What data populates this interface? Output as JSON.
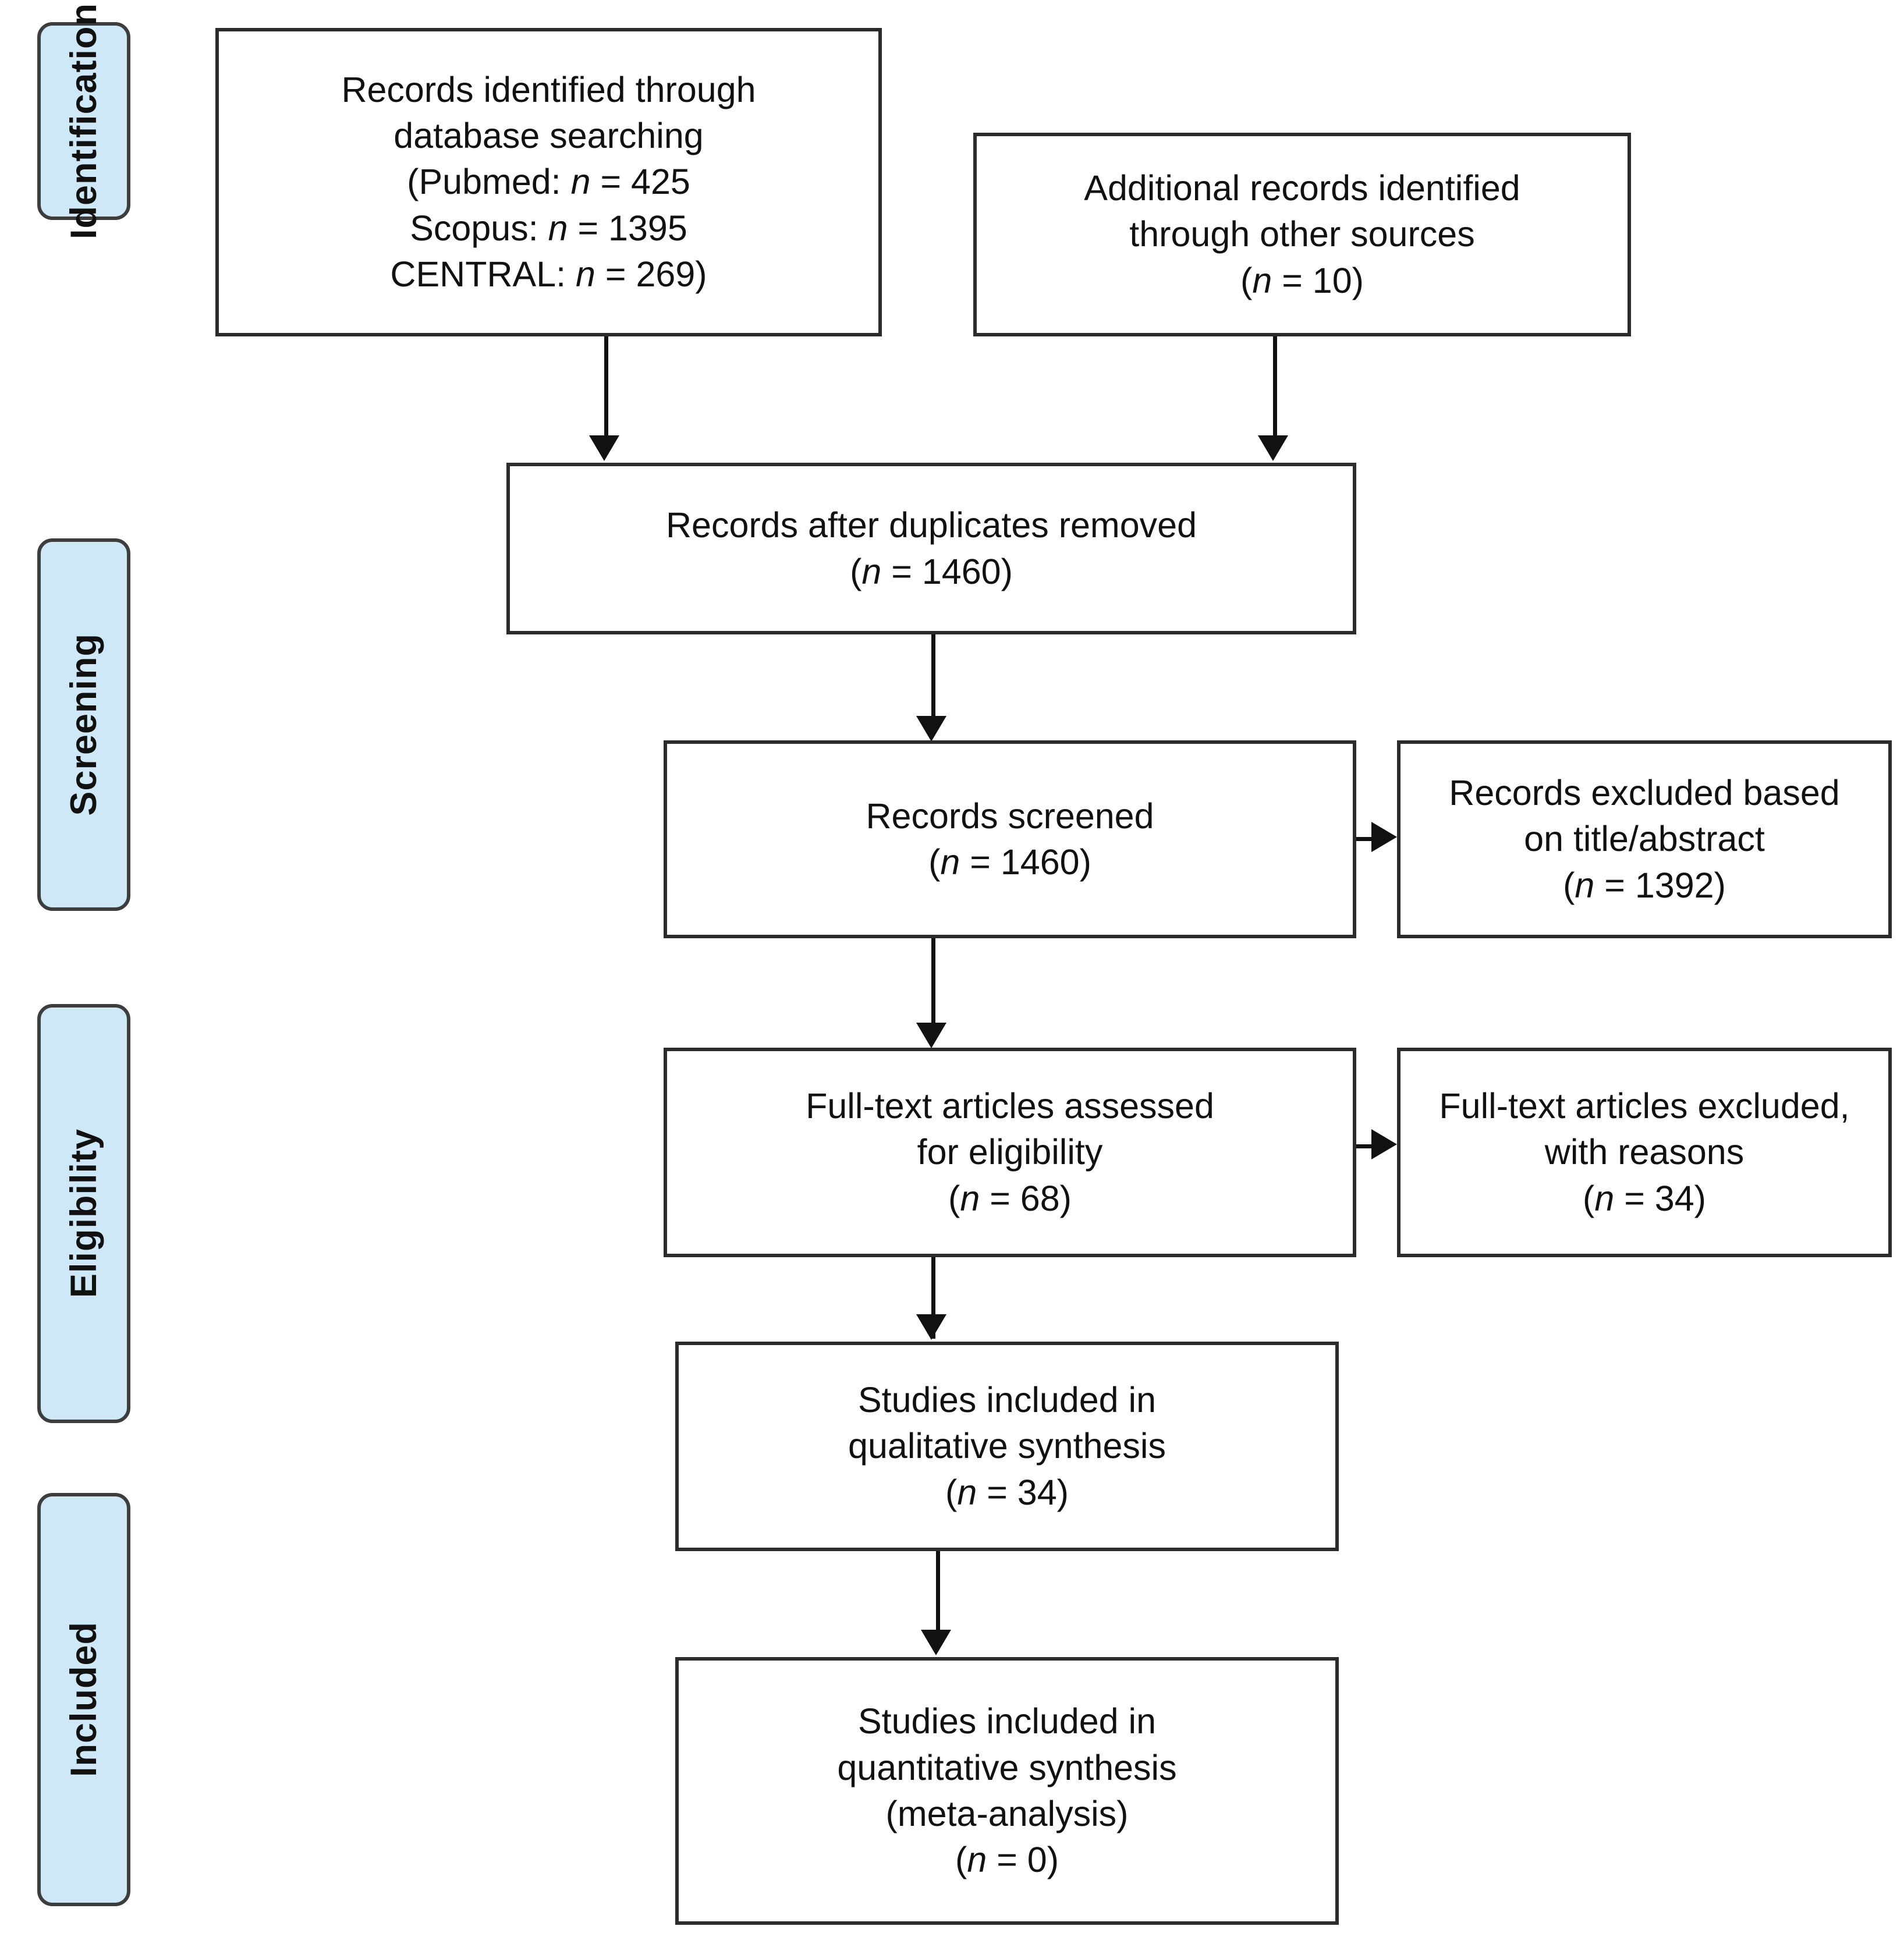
{
  "diagram": {
    "title": "PRISMA flow diagram",
    "type": "prisma-flow",
    "accent_color": "#cfe8f8",
    "border_color": "#2b2b2b"
  },
  "phases": [
    {
      "id": "identification",
      "label": "Identification"
    },
    {
      "id": "screening",
      "label": "Screening"
    },
    {
      "id": "eligibility",
      "label": "Eligibility"
    },
    {
      "id": "included",
      "label": "Included"
    }
  ],
  "boxes": {
    "identified_database": {
      "line1": "Records identified through",
      "line2": "database searching",
      "line3_prefix": "(Pubmed: ",
      "line3_n": "n",
      "line3_value": " = 425",
      "line4_prefix": "Scopus: ",
      "line4_n": "n",
      "line4_value": " = 1395",
      "line5_prefix": "CENTRAL: ",
      "line5_n": "n",
      "line5_value": " = 269)"
    },
    "identified_other": {
      "line1": "Additional records identified",
      "line2": "through other sources",
      "count_open": "(",
      "count_n": "n",
      "count_value": " = 10)"
    },
    "duplicates_removed": {
      "line1": "Records after duplicates removed",
      "count_open": "(",
      "count_n": "n",
      "count_value": " = 1460)"
    },
    "records_screened": {
      "line1": "Records screened",
      "count_open": "(",
      "count_n": "n",
      "count_value": " = 1460)"
    },
    "records_excluded": {
      "line1": "Records excluded based",
      "line2": "on title/abstract",
      "count_open": "(",
      "count_n": "n",
      "count_value": " = 1392)"
    },
    "fulltext_assessed": {
      "line1": "Full-text articles assessed",
      "line2": "for eligibility",
      "count_open": "(",
      "count_n": "n",
      "count_value": " = 68)"
    },
    "fulltext_excluded": {
      "line1": "Full-text articles excluded,",
      "line2": "with reasons",
      "count_open": "(",
      "count_n": "n",
      "count_value": " = 34)"
    },
    "qualitative": {
      "line1": "Studies included in",
      "line2": "qualitative synthesis",
      "count_open": "(",
      "count_n": "n",
      "count_value": " = 34)"
    },
    "quantitative": {
      "line1": "Studies included in",
      "line2": "quantitative synthesis",
      "line3": "(meta-analysis)",
      "count_open": "(",
      "count_n": "n",
      "count_value": " = 0)"
    }
  },
  "chart_data": {
    "type": "table",
    "title": "PRISMA flow diagram counts",
    "categories": [
      "Pubmed records identified",
      "Scopus records identified",
      "CENTRAL records identified",
      "Additional records (other sources)",
      "Records after duplicates removed",
      "Records screened",
      "Records excluded on title/abstract",
      "Full-text articles assessed for eligibility",
      "Full-text articles excluded, with reasons",
      "Studies included in qualitative synthesis",
      "Studies included in quantitative synthesis (meta-analysis)"
    ],
    "values": [
      425,
      1395,
      269,
      10,
      1460,
      1460,
      1392,
      68,
      34,
      34,
      0
    ]
  }
}
